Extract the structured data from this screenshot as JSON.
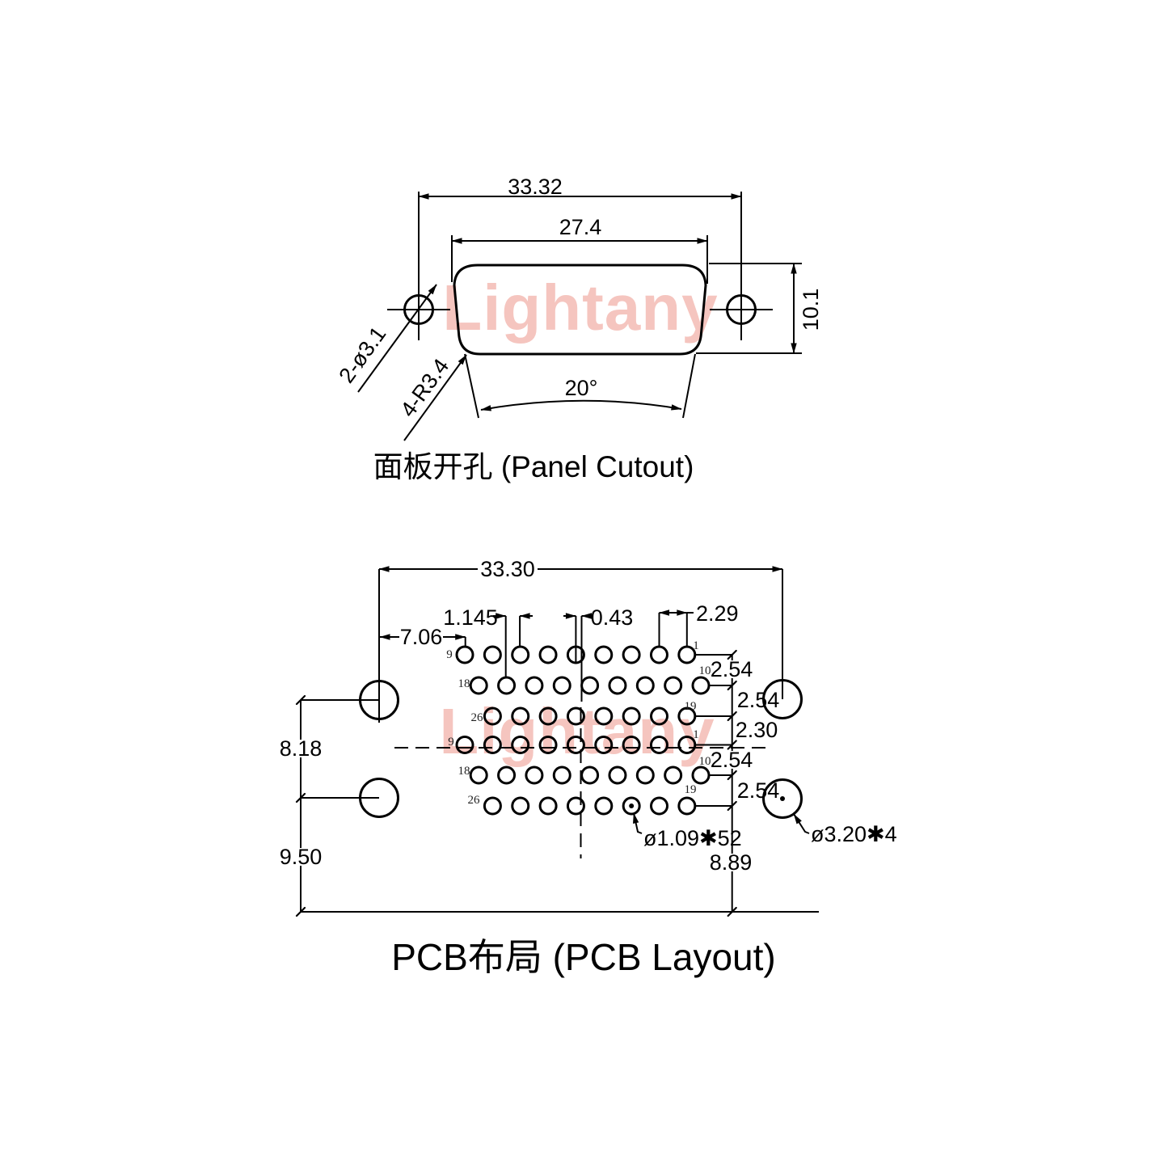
{
  "watermark_text": "Lightany",
  "panel": {
    "title": "面板开孔 (Panel Cutout)",
    "dim_overall": "33.32",
    "dim_opening": "27.4",
    "dim_height": "10.1",
    "dim_angle": "20°",
    "label_mount_holes": "2-ø3.1",
    "label_corner_radius": "4-R3.4"
  },
  "pcb": {
    "title": "PCB布局 (PCB Layout)",
    "dim_overall": "33.30",
    "dim_left_to_pin9": "7.06",
    "dim_row_offset": "1.145",
    "dim_center_offset": "0.43",
    "dim_pitch": "2.29",
    "dim_row_gaps": [
      "2.54",
      "2.54",
      "2.30",
      "2.54",
      "2.54"
    ],
    "dim_mount_span": "8.18",
    "dim_mount_to_edge": "9.50",
    "dim_pin_to_edge": "8.89",
    "label_pin_holes": "ø1.09✱52",
    "label_mount_holes": "ø3.20✱4",
    "pin_labels_left": [
      "9",
      "18",
      "26",
      "9",
      "18",
      "26"
    ],
    "pin_labels_right": [
      "1",
      "10",
      "19",
      "1",
      "10",
      "19"
    ]
  }
}
